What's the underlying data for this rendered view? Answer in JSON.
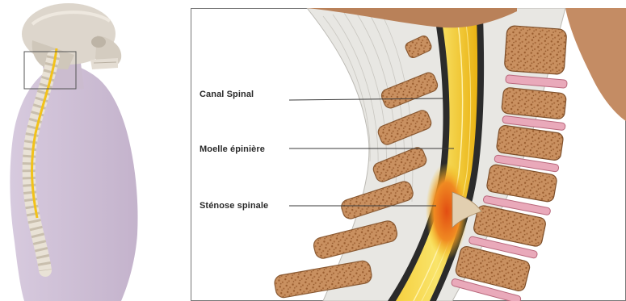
{
  "labels": {
    "canal_spinal": "Canal Spinal",
    "moelle_epiniere": "Moelle épinière",
    "stenose_spinale": "Sténose spinale"
  },
  "colors": {
    "body_silhouette": "#cdbfd2",
    "skull": "#d9d2c8",
    "spinal_cord": "#f3c21a",
    "stenosis": "#e8751a",
    "vertebra_body": "#c58c55",
    "vertebra_spongy": "#a86a3a",
    "disc": "#e7a3b4",
    "soft_tissue": "#e7e6e2",
    "skin_flesh": "#c48c64",
    "leader_line": "#3a3a3a"
  },
  "icons": [
    "human-profile-illustration",
    "skull-icon",
    "cervical-spine-cross-section"
  ]
}
